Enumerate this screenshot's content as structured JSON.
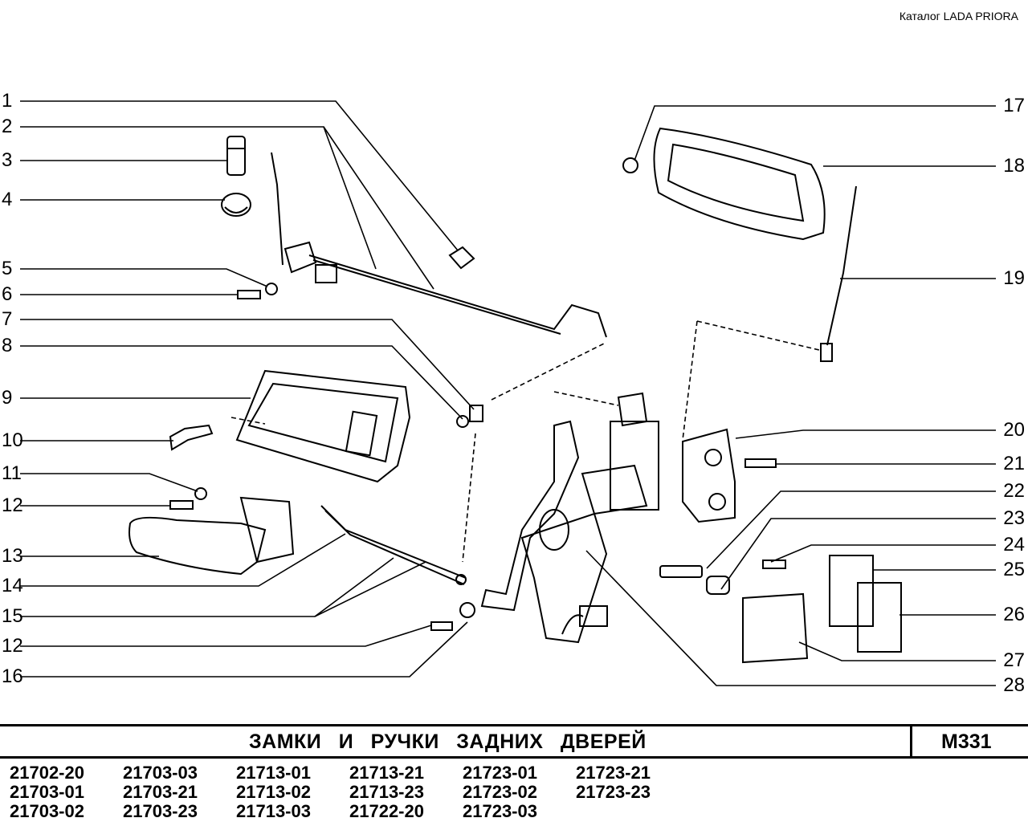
{
  "header": {
    "catalog": "Каталог  LADA  PRIORA"
  },
  "labels_left": [
    "1",
    "2",
    "3",
    "4",
    "5",
    "6",
    "7",
    "8",
    "9",
    "10",
    "11",
    "12",
    "13",
    "14",
    "15",
    "12",
    "16"
  ],
  "labels_right": [
    "17",
    "18",
    "19",
    "20",
    "21",
    "22",
    "23",
    "24",
    "25",
    "26",
    "27",
    "28"
  ],
  "footer": {
    "title": "ЗАМКИ И РУЧКИ ЗАДНИХ ДВЕРЕЙ",
    "code": "М331",
    "models": [
      "21702-20",
      "21703-03",
      "21713-01",
      "21713-21",
      "21723-01",
      "21723-21",
      "21703-01",
      "21703-21",
      "21713-02",
      "21713-23",
      "21723-02",
      "21723-23",
      "21703-02",
      "21703-23",
      "21713-03",
      "21722-20",
      "21723-03",
      ""
    ]
  }
}
